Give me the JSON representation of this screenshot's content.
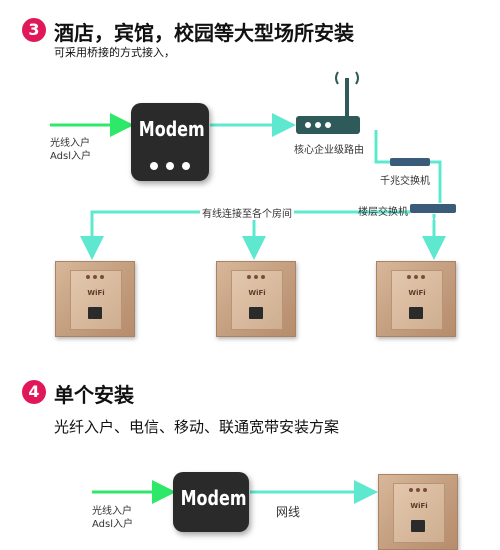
{
  "section3": {
    "badge": "3",
    "title": "酒店，宾馆，校园等大型场所安装",
    "subtitle": "可采用桥接的方式接入，",
    "input_line1": "光线入户",
    "input_line2": "Adsl入户",
    "modem_label": "Modem",
    "router_label": "核心企业级路由",
    "gigabit_switch_label": "千兆交换机",
    "floor_switch_label": "楼层交换机",
    "wired_label": "有线连接至各个房间",
    "panel_text": "WiFi"
  },
  "section4": {
    "badge": "4",
    "title": "单个安装",
    "description": "光纤入户、电信、移动、联通宽带安装方案",
    "input_line1": "光线入户",
    "input_line2": "Adsl入户",
    "modem_label": "Modem",
    "cable_label": "网线",
    "panel_text": "WiFi"
  },
  "colors": {
    "badge": "#e0185a",
    "green_line": "#2ee86a",
    "teal_line": "#5ee8cf",
    "router": "#2f5a5a",
    "switch": "#3a5c7a"
  }
}
